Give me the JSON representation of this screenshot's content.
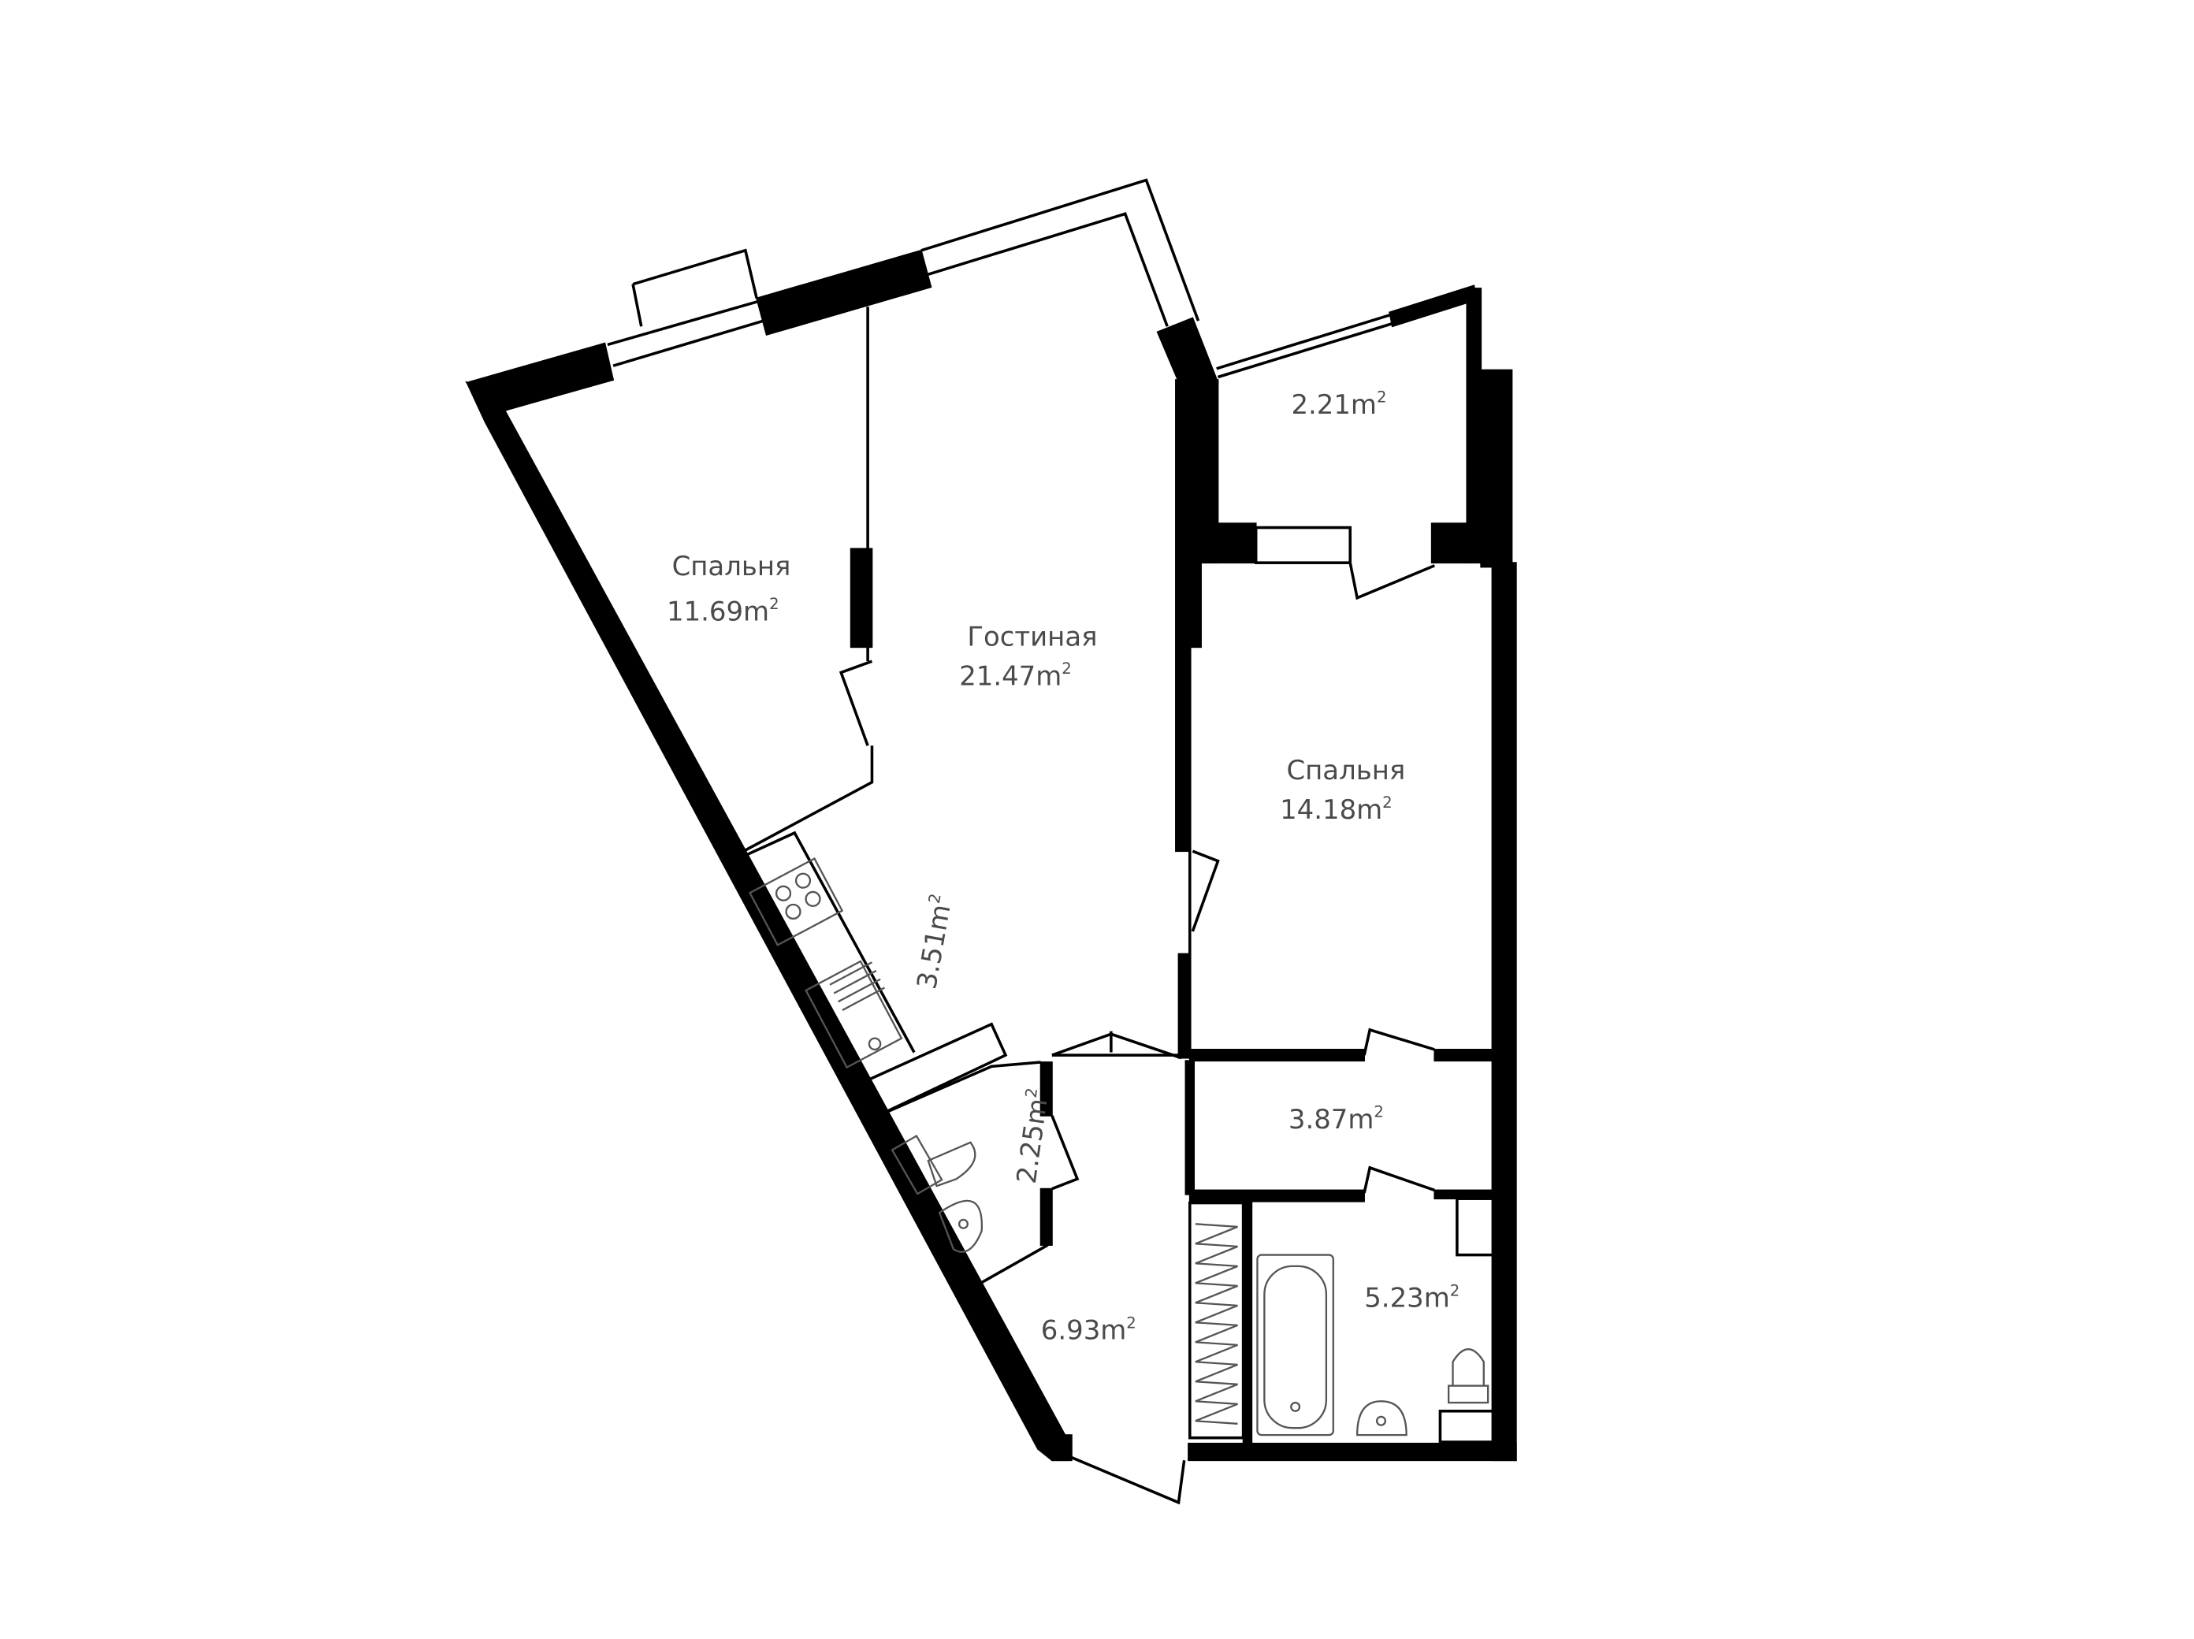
{
  "rooms": [
    {
      "id": "bedroom1",
      "name": "Спальня",
      "area": "11.69m",
      "unit_sup": "2"
    },
    {
      "id": "living",
      "name": "Гостиная",
      "area": "21.47m",
      "unit_sup": "2"
    },
    {
      "id": "balcony",
      "name": "",
      "area": "2.21m",
      "unit_sup": "2"
    },
    {
      "id": "bedroom2",
      "name": "Спальня",
      "area": "14.18m",
      "unit_sup": "2"
    },
    {
      "id": "kitchen",
      "name": "",
      "area": "3.51m",
      "unit_sup": "2"
    },
    {
      "id": "toilet",
      "name": "",
      "area": "2.25m",
      "unit_sup": "2"
    },
    {
      "id": "corridor",
      "name": "",
      "area": "3.87m",
      "unit_sup": "2"
    },
    {
      "id": "bathroom",
      "name": "",
      "area": "5.23m",
      "unit_sup": "2"
    },
    {
      "id": "hall",
      "name": "",
      "area": "6.93m",
      "unit_sup": "2"
    }
  ],
  "colors": {
    "wall": "#000000",
    "text": "#4a4a4a",
    "background": "#ffffff"
  }
}
